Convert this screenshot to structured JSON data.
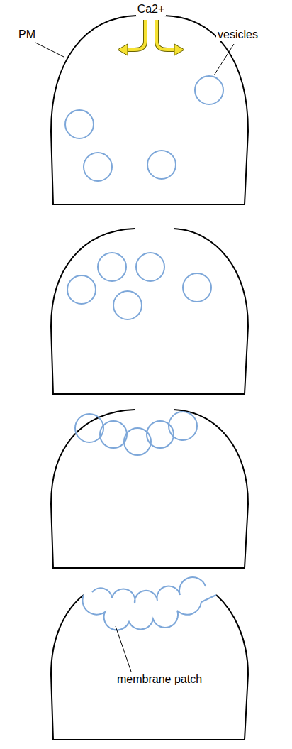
{
  "diagram": {
    "labels": [
      "Ca2+",
      "PM",
      "vesicles",
      "membrane patch"
    ]
  }
}
